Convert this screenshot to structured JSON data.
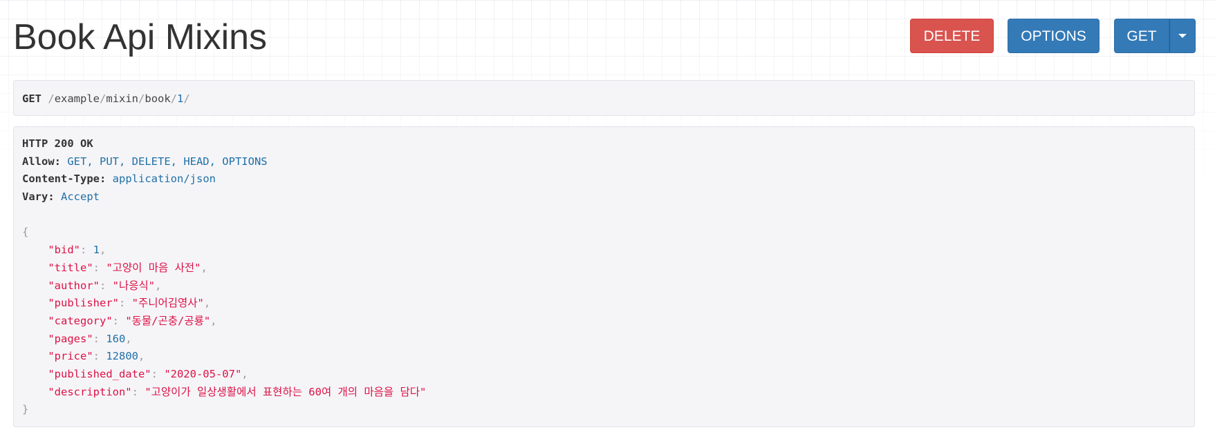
{
  "page": {
    "title": "Book Api Mixins"
  },
  "toolbar": {
    "delete_label": "DELETE",
    "options_label": "OPTIONS",
    "get_label": "GET",
    "colors": {
      "danger": "#d9534f",
      "primary": "#337ab7"
    }
  },
  "request": {
    "method": "GET",
    "path_segments": [
      "/",
      "example",
      "/",
      "mixin",
      "/",
      "book",
      "/",
      "1",
      "/"
    ]
  },
  "response": {
    "status_line": "HTTP 200 OK",
    "headers": [
      {
        "name": "Allow:",
        "value": "GET, PUT, DELETE, HEAD, OPTIONS"
      },
      {
        "name": "Content-Type:",
        "value": "application/json"
      },
      {
        "name": "Vary:",
        "value": "Accept"
      }
    ],
    "body": {
      "open_brace": "{",
      "close_brace": "}",
      "fields": [
        {
          "key": "\"bid\"",
          "value": "1",
          "type": "number",
          "comma": ","
        },
        {
          "key": "\"title\"",
          "value": "\"고양이 마음 사전\"",
          "type": "string",
          "comma": ","
        },
        {
          "key": "\"author\"",
          "value": "\"나응식\"",
          "type": "string",
          "comma": ","
        },
        {
          "key": "\"publisher\"",
          "value": "\"주니어김영사\"",
          "type": "string",
          "comma": ","
        },
        {
          "key": "\"category\"",
          "value": "\"동물/곤충/공룡\"",
          "type": "string",
          "comma": ","
        },
        {
          "key": "\"pages\"",
          "value": "160",
          "type": "number",
          "comma": ","
        },
        {
          "key": "\"price\"",
          "value": "12800",
          "type": "number",
          "comma": ","
        },
        {
          "key": "\"published_date\"",
          "value": "\"2020-05-07\"",
          "type": "string",
          "comma": ","
        },
        {
          "key": "\"description\"",
          "value": "\"고양이가 일상생활에서 표현하는 60여 개의 마음을 담다\"",
          "type": "string",
          "comma": ""
        }
      ]
    }
  }
}
